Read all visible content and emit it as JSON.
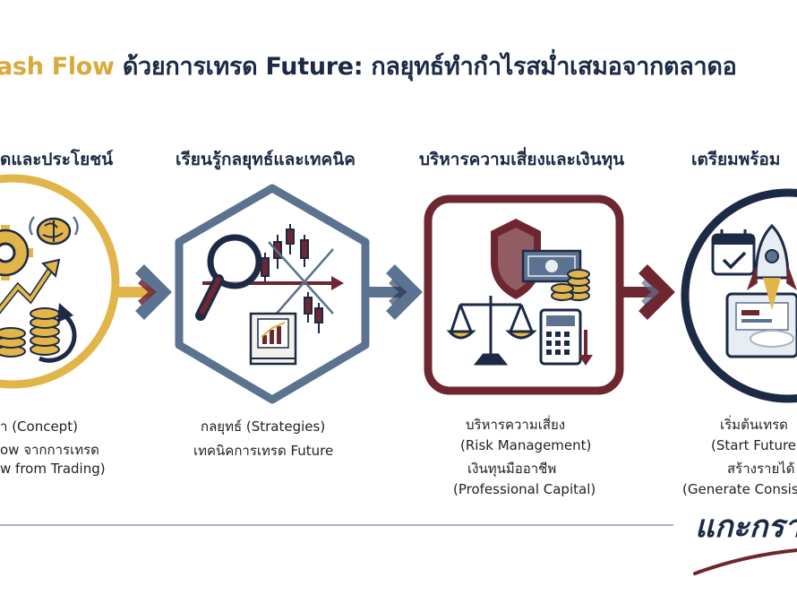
{
  "title": {
    "accent": "ash Flow",
    "rest": " ด้วยการเทรด Future: กลยุทธ์ทำกำไรสม่ำเสมอจากตลาดอ"
  },
  "colors": {
    "gold": "#e2b54a",
    "slate": "#5b7390",
    "maroon": "#6e2630",
    "navy": "#1d2a45",
    "divider": "#a9b4c2"
  },
  "steps": [
    {
      "heading": "ดและประโยชน์",
      "captions": [
        "า (Concept)",
        "ow จากการเทรด",
        "w from Trading)"
      ],
      "icons": [
        "gear-icon",
        "brain-icon",
        "growth-arrow-icon",
        "coin-stack-icon",
        "cycle-arrow-icon"
      ]
    },
    {
      "heading": "เรียนรู้กลยุทธ์และเทคนิค",
      "captions": [
        "กลยุทธ์ (Strategies)",
        "เทคนิคการเทรด Future"
      ],
      "icons": [
        "magnifier-icon",
        "candlestick-chart-icon",
        "trend-arrow-icon",
        "strategy-book-icon"
      ]
    },
    {
      "heading": "บริหารความเสี่ยงและเงินทุน",
      "captions": [
        "บริหารความเสี่ยง",
        "(Risk Management)",
        "เงินทุนมืออาชีพ",
        "(Professional Capital)"
      ],
      "icons": [
        "shield-icon",
        "cash-icon",
        "coin-stack-icon",
        "balance-scale-icon",
        "calculator-icon"
      ]
    },
    {
      "heading": "เตรียมพร้อม",
      "captions": [
        "เริ่มต้นเทรด",
        "(Start Future",
        "สร้างรายได้",
        "(Generate Consist"
      ],
      "icons": [
        "calendar-check-icon",
        "rocket-icon",
        "laptop-icon"
      ]
    }
  ],
  "signature": "แกะกรา"
}
